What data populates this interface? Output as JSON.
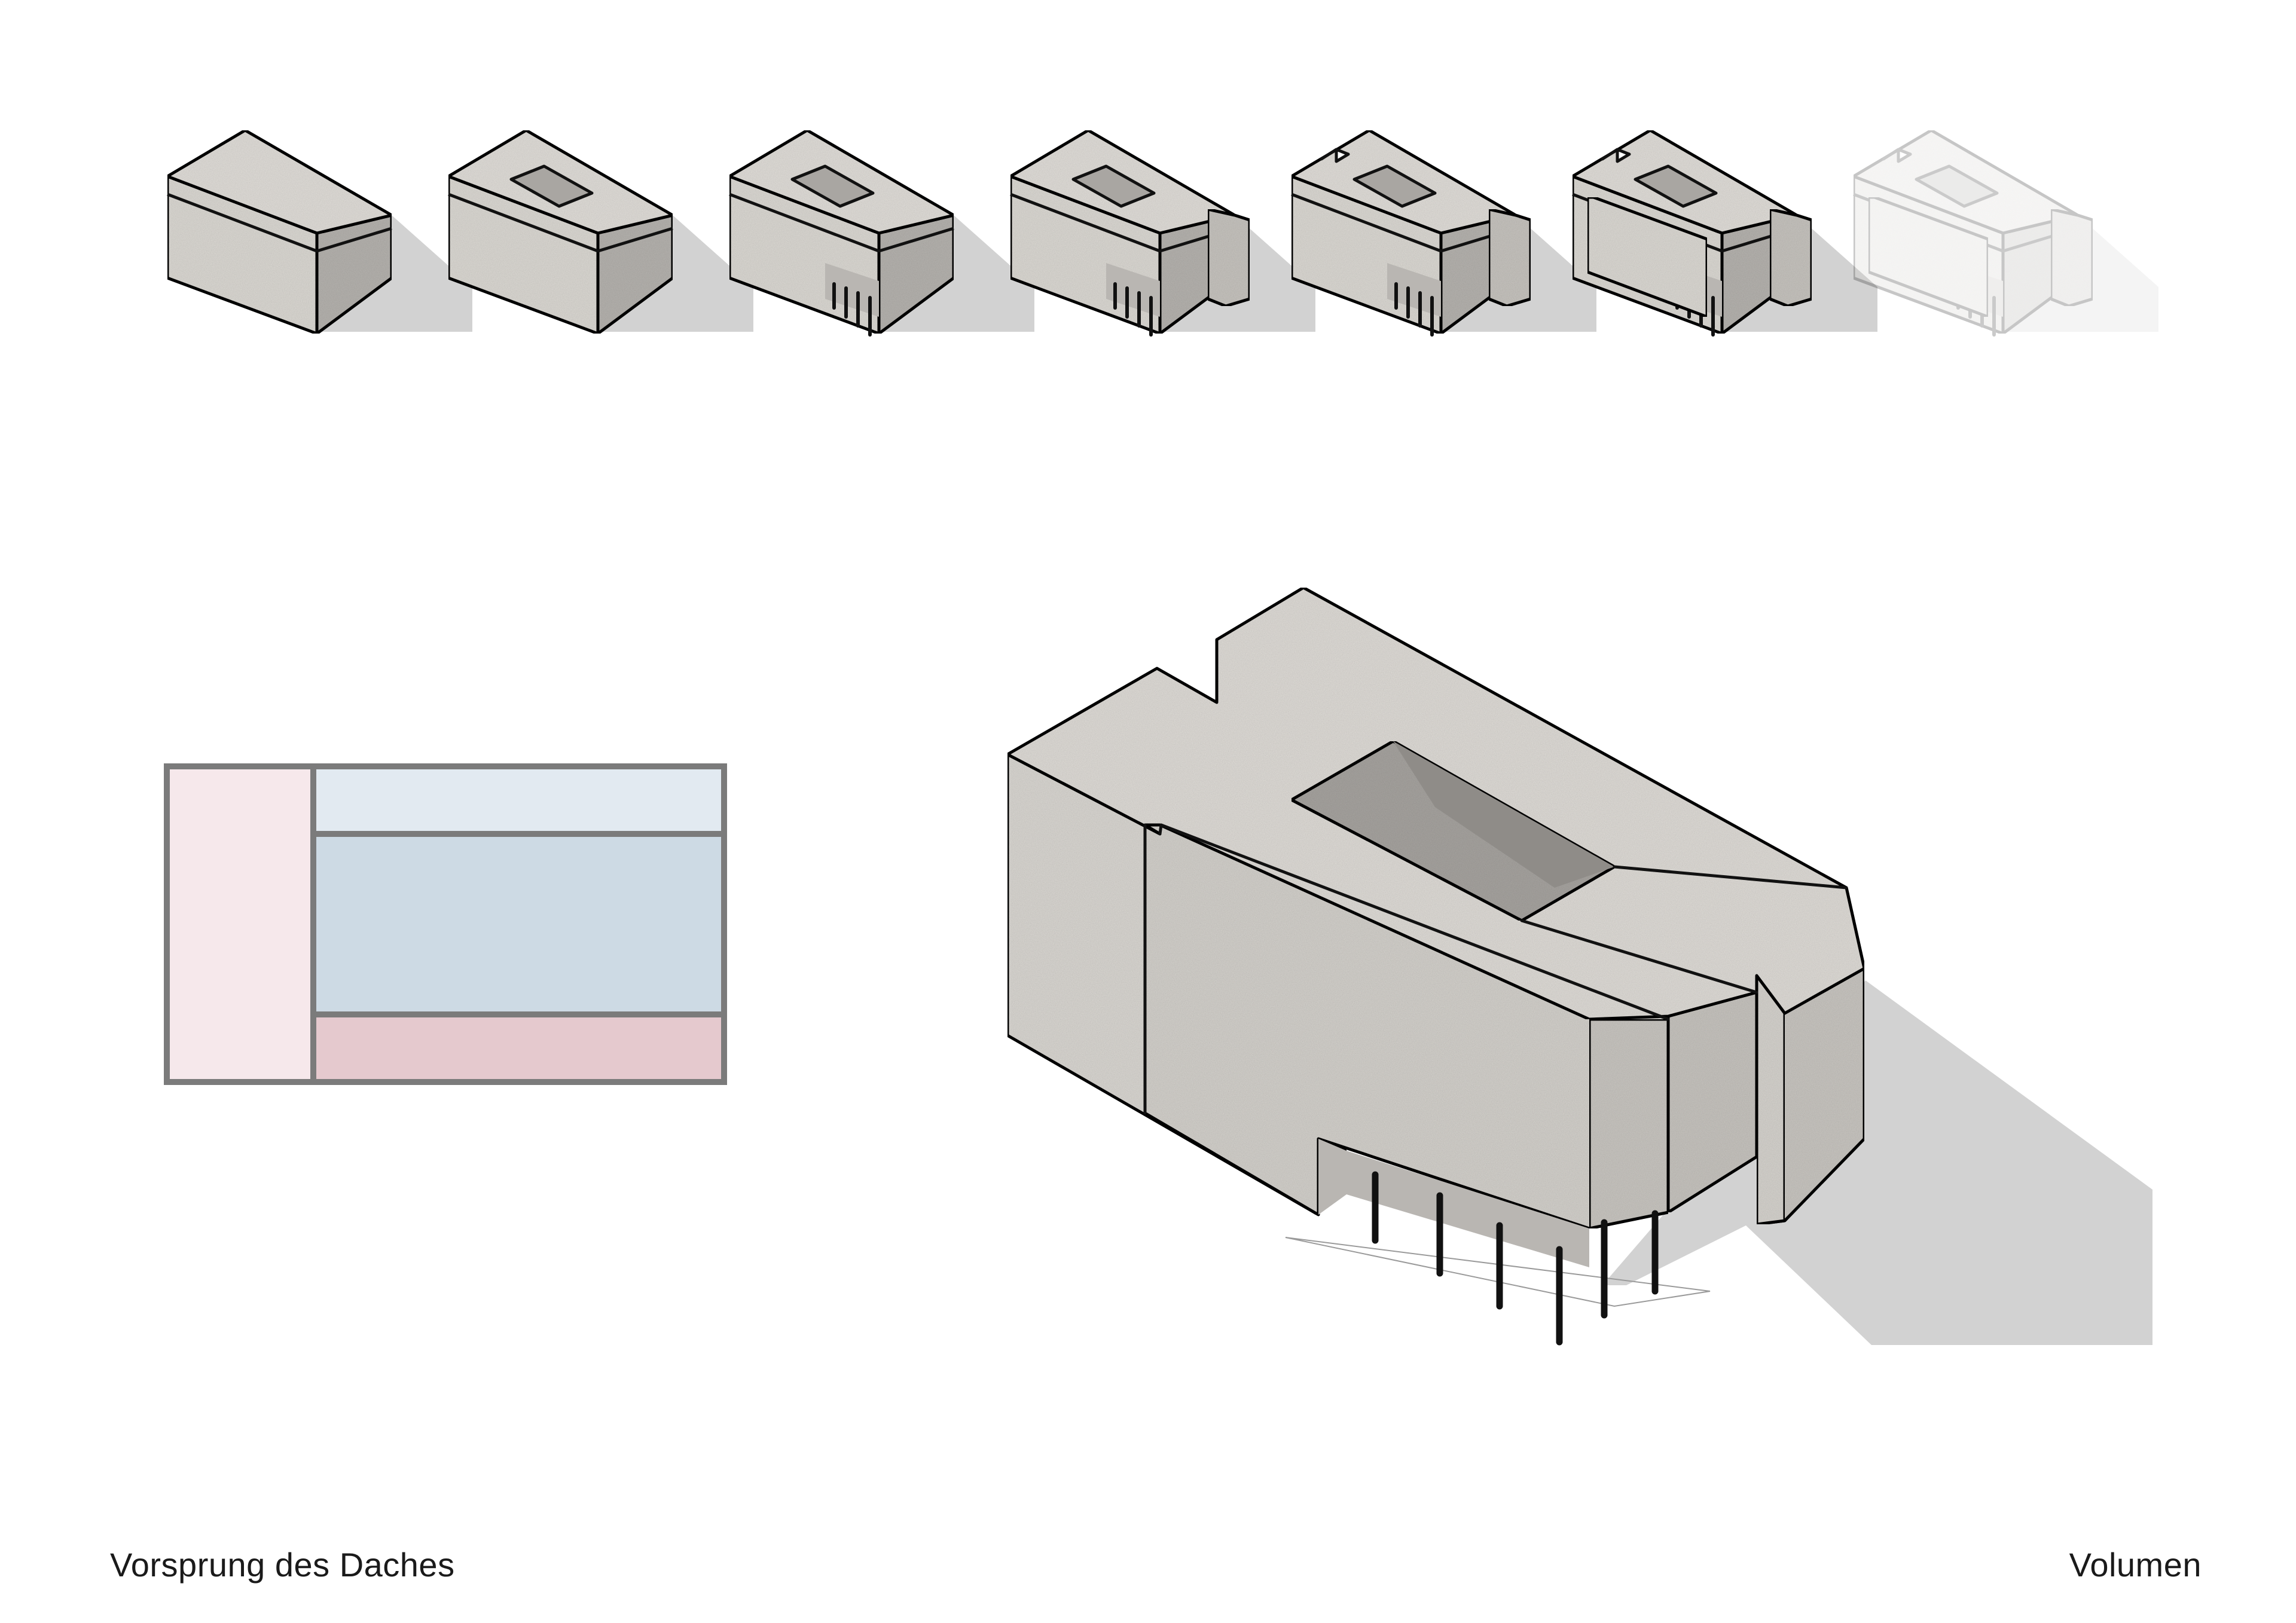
{
  "captions": {
    "left": "Vorsprung des Daches",
    "right": "Volumen"
  },
  "steps": [
    {
      "features": []
    },
    {
      "features": [
        "courtyard"
      ]
    },
    {
      "features": [
        "courtyard",
        "pilotis"
      ]
    },
    {
      "features": [
        "courtyard",
        "pilotis",
        "east-wing"
      ]
    },
    {
      "features": [
        "courtyard",
        "pilotis",
        "east-wing",
        "roof-notch"
      ]
    },
    {
      "features": [
        "courtyard",
        "pilotis",
        "east-wing",
        "roof-notch",
        "west-wing"
      ]
    },
    {
      "features": [
        "courtyard",
        "pilotis",
        "east-wing",
        "roof-notch",
        "west-wing"
      ],
      "faded": true
    }
  ],
  "plan_zones": [
    {
      "name": "zone-left",
      "color": "#f6e8eb"
    },
    {
      "name": "zone-top",
      "color": "#e2eaf1"
    },
    {
      "name": "zone-middle",
      "color": "#cddae4"
    },
    {
      "name": "zone-bottom",
      "color": "#e5c9ce"
    }
  ],
  "colors": {
    "stone": "#dedbd6",
    "stone_side": "#c9c6c1",
    "stone_shade": "#b8b5b1",
    "shadow": "#d2d2d2",
    "outline": "#111111",
    "plan_border": "#7b7b7b"
  }
}
